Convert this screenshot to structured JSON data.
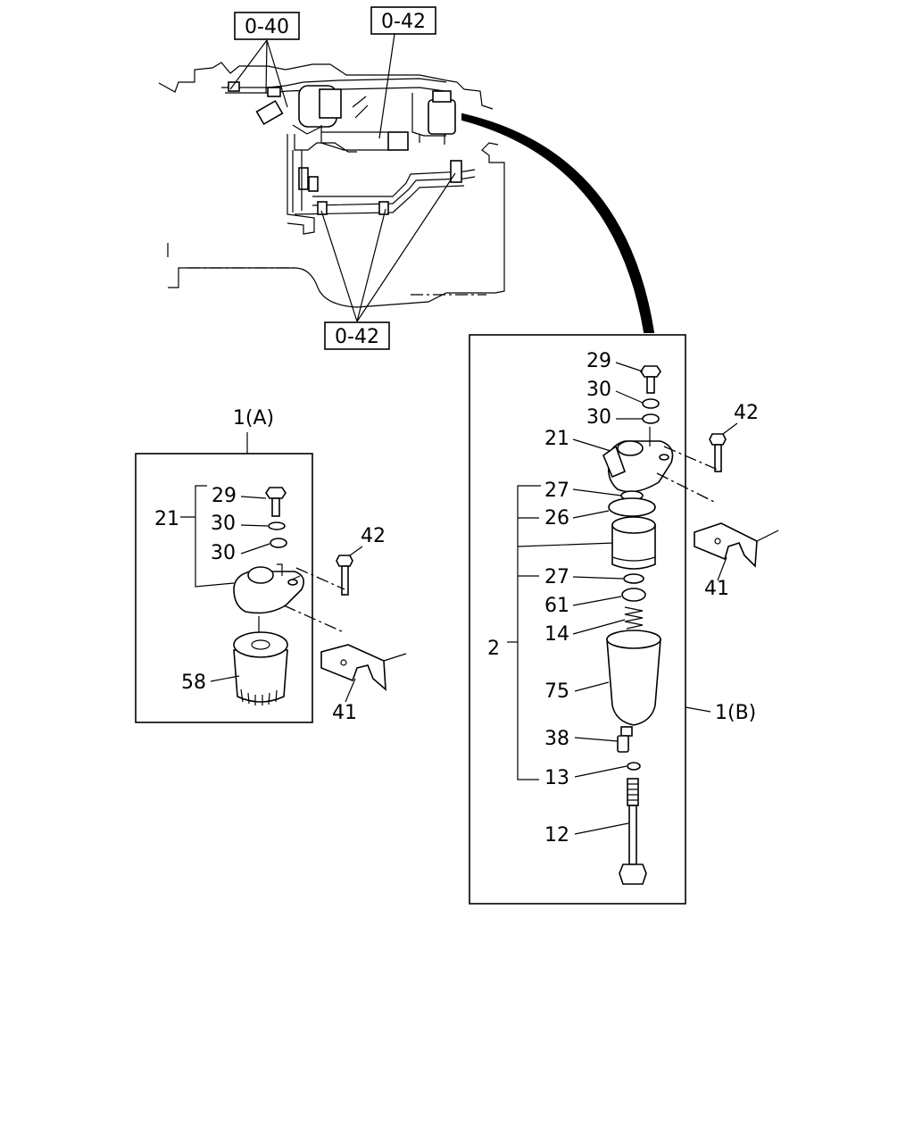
{
  "refs": {
    "r040": "0-40",
    "r042a": "0-42",
    "r042b": "0-42"
  },
  "panel_a": {
    "title": "1(A)",
    "labels": {
      "p29": "29",
      "p21": "21",
      "p30a": "30",
      "p30b": "30",
      "p42": "42",
      "p58": "58",
      "p41": "41"
    }
  },
  "panel_b": {
    "title": "1(B)",
    "labels": {
      "p29": "29",
      "p30a": "30",
      "p30b": "30",
      "p21": "21",
      "p42": "42",
      "p27a": "27",
      "p26": "26",
      "p27b": "27",
      "p61": "61",
      "p14": "14",
      "p2": "2",
      "p75": "75",
      "p38": "38",
      "p13": "13",
      "p12": "12",
      "p41": "41"
    }
  }
}
